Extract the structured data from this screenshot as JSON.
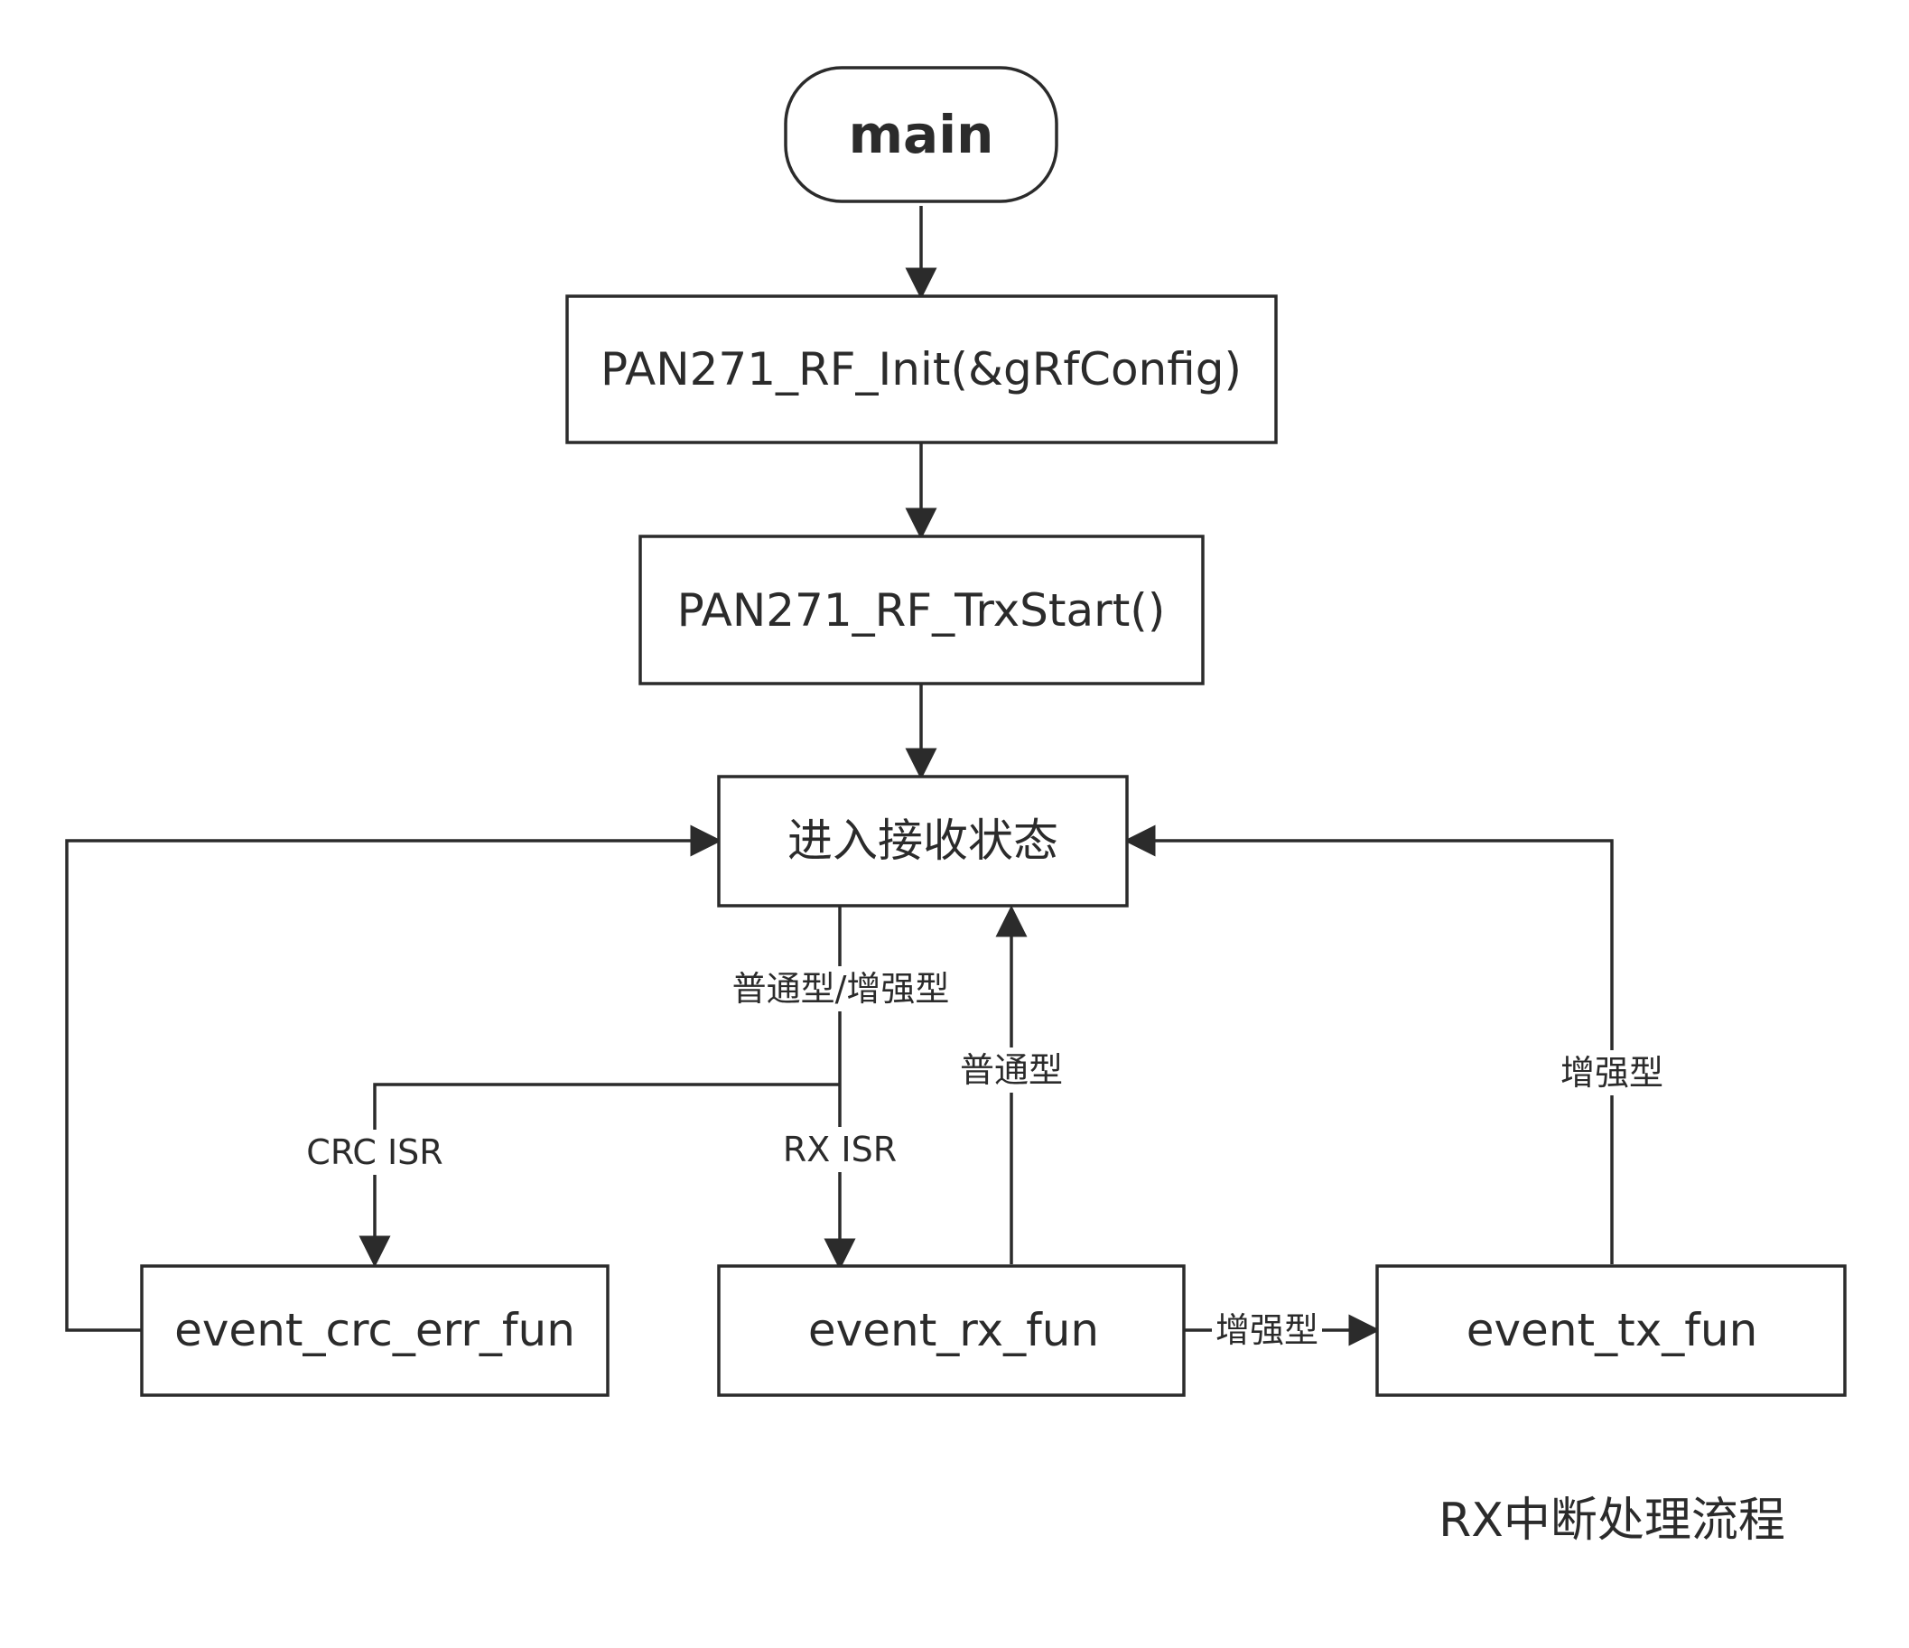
{
  "diagram": {
    "caption": "RX中断处理流程",
    "nodes": {
      "main": "main",
      "rf_init": "PAN271_RF_Init(&gRfConfig)",
      "trx_start": "PAN271_RF_TrxStart()",
      "rx_state": "进入接收状态",
      "crc_err_fun": "event_crc_err_fun",
      "rx_fun": "event_rx_fun",
      "tx_fun": "event_tx_fun"
    },
    "edge_labels": {
      "rx_state_branch": "普通型/增强型",
      "crc_isr": "CRC ISR",
      "rx_isr": "RX ISR",
      "rx_to_state": "普通型",
      "rx_to_tx": "增强型",
      "tx_to_state": "增强型"
    }
  }
}
